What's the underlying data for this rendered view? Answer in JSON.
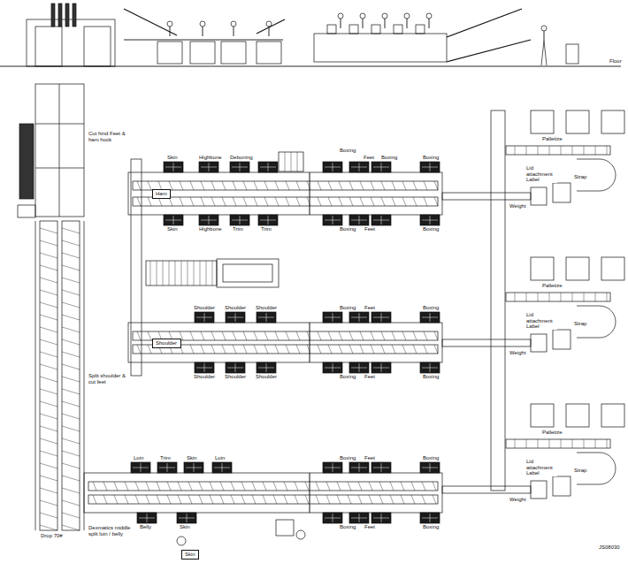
{
  "diagram": {
    "nodes": [
      {
        "text": [
          "Ham"
        ]
      },
      {
        "text": [
          "Shoulder"
        ]
      },
      {
        "text": [
          "Skin"
        ]
      }
    ],
    "labels": [
      "Floor",
      "Cut hind Feet & ham hock",
      "Skin",
      "Highbone",
      "Deboning",
      "Boxing",
      "Feet",
      "Boxing",
      "Boxing",
      "Skin",
      "Highbone",
      "Trim",
      "Trim",
      "Boxing",
      "Feet",
      "Boxing",
      "Split shoulder & cut feet",
      "Shoulder",
      "Shoulder",
      "Shoulder",
      "Boxing",
      "Feet",
      "Boxing",
      "Shoulder",
      "Shoulder",
      "Shoulder",
      "Boxing",
      "Feet",
      "Boxing",
      "Drop 70#",
      "Dexmatics middle split loin / belly",
      "Loin",
      "Trim",
      "Skin",
      "Loin",
      "Boxing",
      "Feet",
      "Boxing",
      "Belly",
      "Skin",
      "Boxing",
      "Feet",
      "Boxing",
      "Palletize",
      "Lid attachment Label",
      "Strap",
      "Weight",
      "Palletize",
      "Lid attachment Label",
      "Strap",
      "Weight",
      "Palletize",
      "Lid attachment Label",
      "Strap",
      "Weight",
      "JS08030"
    ]
  }
}
